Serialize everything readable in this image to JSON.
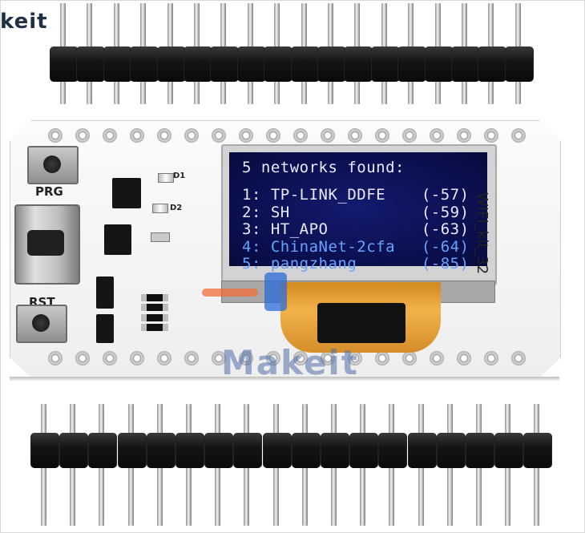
{
  "brand_corner_text": "keit",
  "board": {
    "buttons": {
      "prg_label": "PRG",
      "rst_label": "RST"
    },
    "leds": {
      "d1_label": "D1",
      "d2_label": "D2"
    },
    "model_label": "WIFI_kit_32"
  },
  "oled": {
    "header": "5 networks found:",
    "networks": [
      {
        "index": "1:",
        "ssid": "TP-LINK_DDFE",
        "rssi": "(-57)"
      },
      {
        "index": "2:",
        "ssid": "SH",
        "rssi": "(-59)"
      },
      {
        "index": "3:",
        "ssid": "HT_APO",
        "rssi": "(-63)"
      },
      {
        "index": "4:",
        "ssid": "ChinaNet-2cfa",
        "rssi": "(-64)"
      },
      {
        "index": "5:",
        "ssid": "pangzhang",
        "rssi": "(-85)"
      }
    ]
  },
  "watermark": "Makeit",
  "colors": {
    "oled_background": "#0a0f4d",
    "oled_text": "#e6ecff",
    "oled_text_blue": "#67a2ff",
    "pin_plastic": "#111111",
    "board": "#f3f3f3"
  }
}
